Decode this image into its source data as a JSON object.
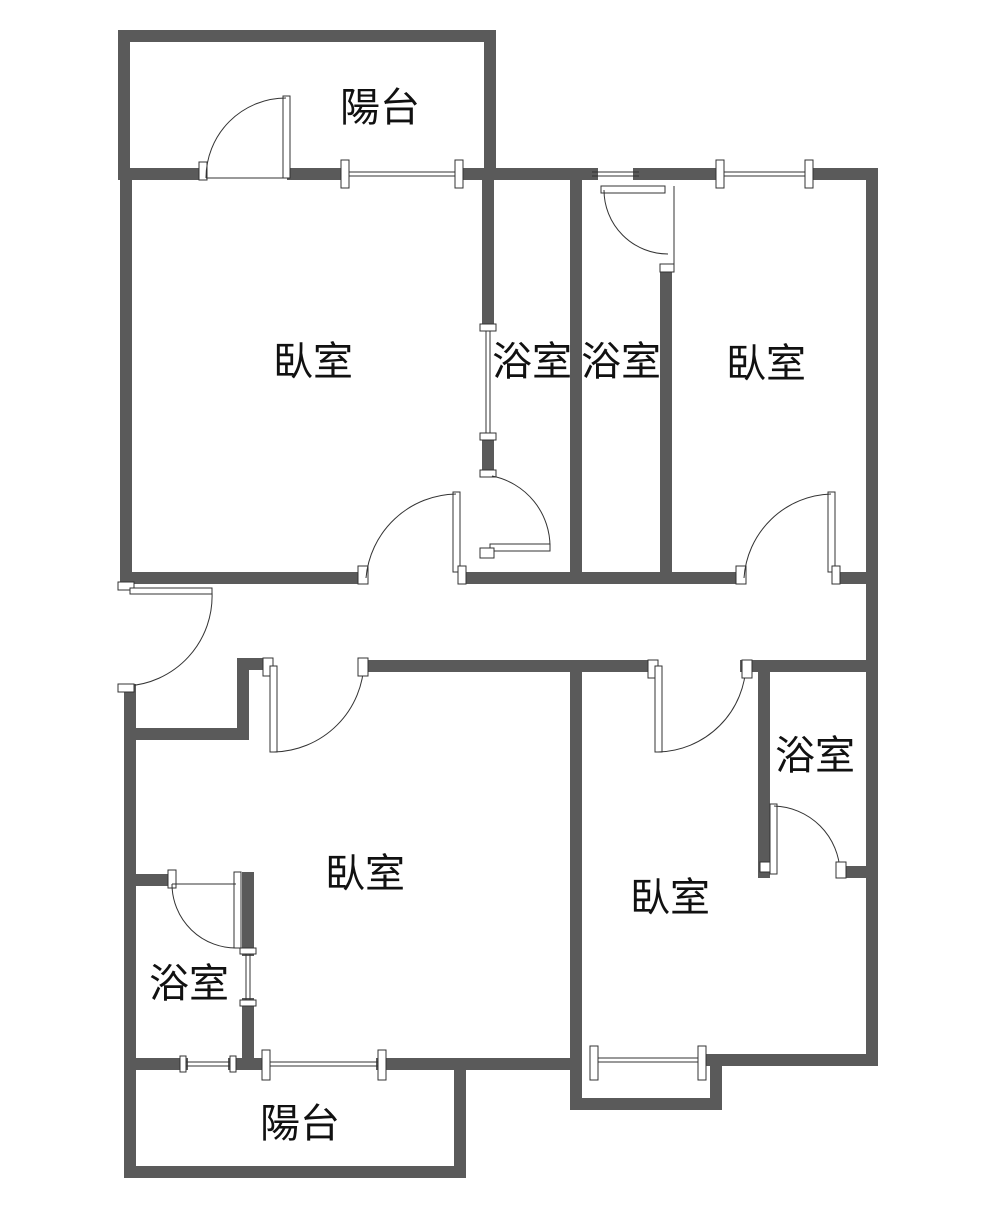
{
  "rooms": {
    "balcony_top": "陽台",
    "bedroom_top_left": "臥室",
    "bathroom_center_left": "浴室",
    "bathroom_center_right": "浴室",
    "bedroom_top_right": "臥室",
    "bedroom_bottom_left": "臥室",
    "bathroom_bottom_left": "浴室",
    "bedroom_bottom_right": "臥室",
    "bathroom_bottom_right": "浴室",
    "balcony_bottom": "陽台"
  },
  "colors": {
    "wall": "#5a5a5a",
    "line": "#333333",
    "background": "#ffffff"
  }
}
